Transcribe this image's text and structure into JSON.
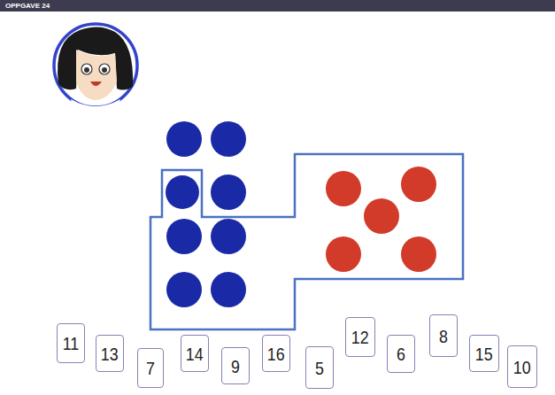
{
  "diagram": {
    "title": "OPPGAVE 24",
    "nodes": [
      {
        "text": [
          "11"
        ]
      },
      {
        "text": [
          "13"
        ]
      },
      {
        "text": [
          "7"
        ]
      },
      {
        "text": [
          "14"
        ]
      },
      {
        "text": [
          "9"
        ]
      },
      {
        "text": [
          "16"
        ]
      },
      {
        "text": [
          "5"
        ]
      },
      {
        "text": [
          "12"
        ]
      },
      {
        "text": [
          "6"
        ]
      },
      {
        "text": [
          "8"
        ]
      },
      {
        "text": [
          "15"
        ]
      },
      {
        "text": [
          "10"
        ]
      }
    ]
  }
}
